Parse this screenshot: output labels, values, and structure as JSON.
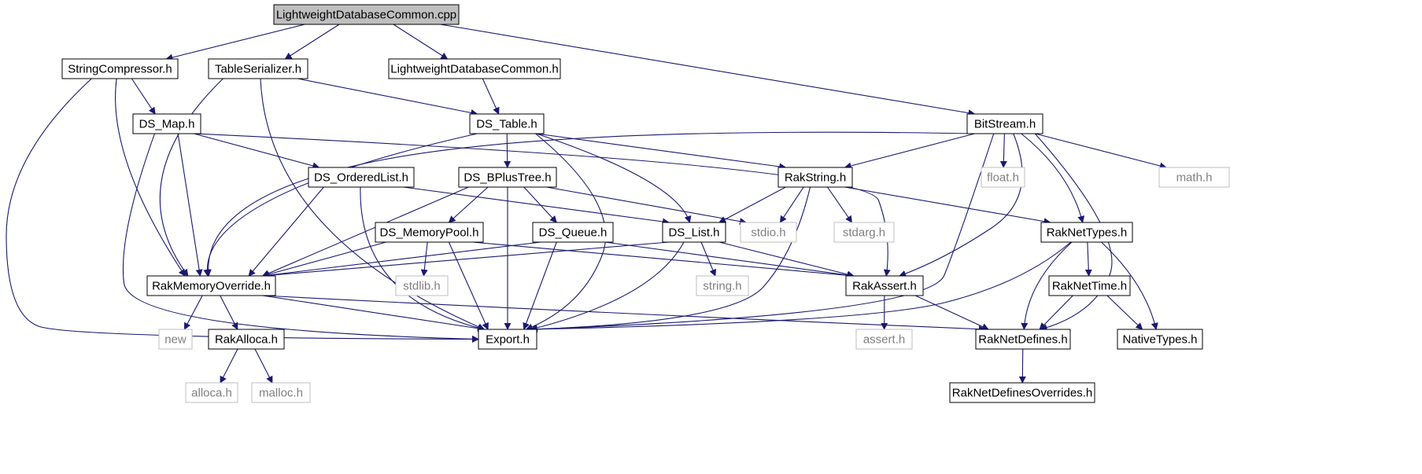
{
  "colors": {
    "root_fill": "#bfbfbf",
    "node_fill": "#ffffff",
    "node_border": "#000000",
    "system_border": "#bfbfbf",
    "system_text": "#7f7f7f",
    "edge": "#191970"
  },
  "nodes": [
    {
      "id": "root",
      "label": "LightweightDatabaseCommon.cpp",
      "kind": "root"
    },
    {
      "id": "strcomp",
      "label": "StringCompressor.h",
      "kind": "file"
    },
    {
      "id": "tableser",
      "label": "TableSerializer.h",
      "kind": "file"
    },
    {
      "id": "ldbc_h",
      "label": "LightweightDatabaseCommon.h",
      "kind": "file"
    },
    {
      "id": "dsmap",
      "label": "DS_Map.h",
      "kind": "file"
    },
    {
      "id": "dstable",
      "label": "DS_Table.h",
      "kind": "file"
    },
    {
      "id": "bitstream",
      "label": "BitStream.h",
      "kind": "file"
    },
    {
      "id": "dsordered",
      "label": "DS_OrderedList.h",
      "kind": "file"
    },
    {
      "id": "dsbplus",
      "label": "DS_BPlusTree.h",
      "kind": "file"
    },
    {
      "id": "rakstring",
      "label": "RakString.h",
      "kind": "file"
    },
    {
      "id": "float",
      "label": "float.h",
      "kind": "system"
    },
    {
      "id": "math",
      "label": "math.h",
      "kind": "system"
    },
    {
      "id": "dsmempool",
      "label": "DS_MemoryPool.h",
      "kind": "file"
    },
    {
      "id": "dsqueue",
      "label": "DS_Queue.h",
      "kind": "file"
    },
    {
      "id": "dslist",
      "label": "DS_List.h",
      "kind": "file"
    },
    {
      "id": "stdio",
      "label": "stdio.h",
      "kind": "system"
    },
    {
      "id": "stdarg",
      "label": "stdarg.h",
      "kind": "system"
    },
    {
      "id": "raknettypes",
      "label": "RakNetTypes.h",
      "kind": "file"
    },
    {
      "id": "rakmem",
      "label": "RakMemoryOverride.h",
      "kind": "file"
    },
    {
      "id": "stdlib",
      "label": "stdlib.h",
      "kind": "system"
    },
    {
      "id": "string",
      "label": "string.h",
      "kind": "system"
    },
    {
      "id": "rakassert",
      "label": "RakAssert.h",
      "kind": "file"
    },
    {
      "id": "raknettime",
      "label": "RakNetTime.h",
      "kind": "file"
    },
    {
      "id": "new",
      "label": "new",
      "kind": "system"
    },
    {
      "id": "rakalloca",
      "label": "RakAlloca.h",
      "kind": "file"
    },
    {
      "id": "export",
      "label": "Export.h",
      "kind": "file"
    },
    {
      "id": "assert",
      "label": "assert.h",
      "kind": "system"
    },
    {
      "id": "raknetdefines",
      "label": "RakNetDefines.h",
      "kind": "file"
    },
    {
      "id": "nativetypes",
      "label": "NativeTypes.h",
      "kind": "file"
    },
    {
      "id": "alloca",
      "label": "alloca.h",
      "kind": "system"
    },
    {
      "id": "malloc",
      "label": "malloc.h",
      "kind": "system"
    },
    {
      "id": "raknetdefover",
      "label": "RakNetDefinesOverrides.h",
      "kind": "file"
    }
  ],
  "edges": [
    [
      "root",
      "strcomp"
    ],
    [
      "root",
      "tableser"
    ],
    [
      "root",
      "ldbc_h"
    ],
    [
      "root",
      "bitstream"
    ],
    [
      "strcomp",
      "dsmap"
    ],
    [
      "strcomp",
      "rakmem"
    ],
    [
      "strcomp",
      "export"
    ],
    [
      "tableser",
      "dstable"
    ],
    [
      "tableser",
      "rakmem"
    ],
    [
      "tableser",
      "export"
    ],
    [
      "ldbc_h",
      "dstable"
    ],
    [
      "dsmap",
      "dsordered"
    ],
    [
      "dsmap",
      "rakmem"
    ],
    [
      "dsmap",
      "export"
    ],
    [
      "dsmap",
      "rakassert"
    ],
    [
      "dstable",
      "dsbplus"
    ],
    [
      "dstable",
      "dslist"
    ],
    [
      "dstable",
      "rakmem"
    ],
    [
      "dstable",
      "export"
    ],
    [
      "dstable",
      "rakstring"
    ],
    [
      "bitstream",
      "rakstring"
    ],
    [
      "bitstream",
      "float"
    ],
    [
      "bitstream",
      "math"
    ],
    [
      "bitstream",
      "raknettypes"
    ],
    [
      "bitstream",
      "rakassert"
    ],
    [
      "bitstream",
      "raknetdefines"
    ],
    [
      "bitstream",
      "export"
    ],
    [
      "bitstream",
      "rakmem"
    ],
    [
      "dsordered",
      "dslist"
    ],
    [
      "dsordered",
      "rakmem"
    ],
    [
      "dsordered",
      "export"
    ],
    [
      "dsbplus",
      "dsmempool"
    ],
    [
      "dsbplus",
      "dsqueue"
    ],
    [
      "dsbplus",
      "rakmem"
    ],
    [
      "dsbplus",
      "export"
    ],
    [
      "dsbplus",
      "stdio"
    ],
    [
      "rakstring",
      "dslist"
    ],
    [
      "rakstring",
      "stdio"
    ],
    [
      "rakstring",
      "stdarg"
    ],
    [
      "rakstring",
      "raknettypes"
    ],
    [
      "rakstring",
      "export"
    ],
    [
      "dsmempool",
      "stdlib"
    ],
    [
      "dsmempool",
      "rakmem"
    ],
    [
      "dsmempool",
      "export"
    ],
    [
      "dsmempool",
      "rakassert"
    ],
    [
      "dsqueue",
      "rakmem"
    ],
    [
      "dsqueue",
      "export"
    ],
    [
      "dsqueue",
      "rakassert"
    ],
    [
      "dslist",
      "string"
    ],
    [
      "dslist",
      "rakassert"
    ],
    [
      "dslist",
      "rakmem"
    ],
    [
      "dslist",
      "export"
    ],
    [
      "raknettypes",
      "raknettime"
    ],
    [
      "raknettypes",
      "raknetdefines"
    ],
    [
      "raknettypes",
      "nativetypes"
    ],
    [
      "raknettypes",
      "export"
    ],
    [
      "rakmem",
      "new"
    ],
    [
      "rakmem",
      "rakalloca"
    ],
    [
      "rakmem",
      "export"
    ],
    [
      "rakmem",
      "raknetdefines"
    ],
    [
      "rakassert",
      "assert"
    ],
    [
      "rakassert",
      "raknetdefines"
    ],
    [
      "raknettime",
      "raknetdefines"
    ],
    [
      "raknettime",
      "nativetypes"
    ],
    [
      "rakalloca",
      "alloca"
    ],
    [
      "rakalloca",
      "malloc"
    ],
    [
      "raknetdefines",
      "raknetdefover"
    ]
  ]
}
